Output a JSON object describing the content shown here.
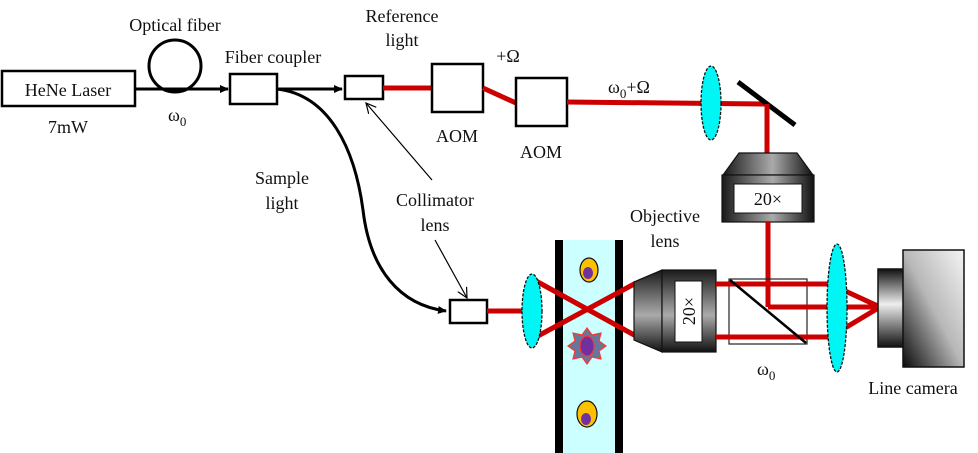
{
  "title": "Optical setup for heterodyne interferometric imaging of flowing cells",
  "colors": {
    "beam": "#cc0000",
    "lens": "#00f5f5",
    "channel": "#ccffff",
    "cell_body": "#ffc000",
    "nucleus": "#7030a0",
    "abnormal_cell": "#667799",
    "abnormal_outline": "#ff3333"
  },
  "labels": {
    "laser": "HeNe Laser",
    "laser_power": "7mW",
    "optical_fiber": "Optical  fiber",
    "omega0_fiber": "ω",
    "omega0_sub": "0",
    "fiber_coupler": "Fiber coupler",
    "reference_light_1": "Reference",
    "reference_light_2": "light",
    "plus_omega": "+Ω",
    "aom_1": "AOM",
    "aom_2": "AOM",
    "shifted_freq_w": "ω",
    "shifted_freq_sub": "0",
    "shifted_freq_rest": "+Ω",
    "sample_light_1": "Sample",
    "sample_light_2": "light",
    "collimator_1": "Collimator",
    "collimator_2": "lens",
    "objective_1": "Objective",
    "objective_2": "lens",
    "objective_mag_top": "20×",
    "objective_mag_side": "20×",
    "omega0_bottom_w": "ω",
    "omega0_bottom_sub": "0",
    "line_camera": "Line camera"
  }
}
